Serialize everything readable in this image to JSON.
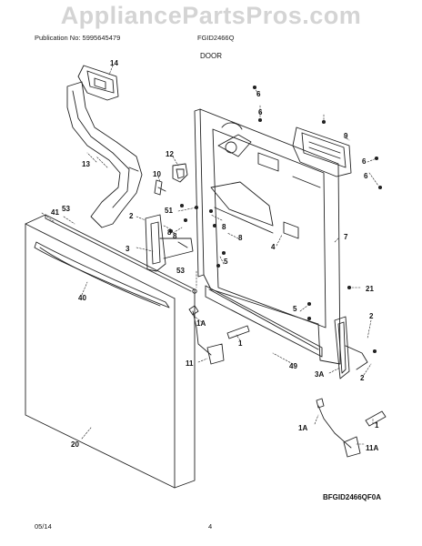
{
  "watermark": "AppliancePartsPros.com",
  "header": {
    "publication": "Publication No: 5995645479",
    "model": "FGID2466Q"
  },
  "title": "DOOR",
  "footer": {
    "date": "05/14",
    "page": "4"
  },
  "diagram_code": "BFGID2466QF0A",
  "callouts": [
    "14",
    "6",
    "6",
    "9",
    "12",
    "13",
    "10",
    "51",
    "53",
    "41",
    "2",
    "8",
    "3",
    "8",
    "8",
    "8",
    "7",
    "4",
    "5",
    "5",
    "53",
    "40",
    "21",
    "1A",
    "1",
    "11",
    "49",
    "2",
    "3A",
    "2",
    "1A",
    "1",
    "11A",
    "20",
    "6",
    "6"
  ]
}
